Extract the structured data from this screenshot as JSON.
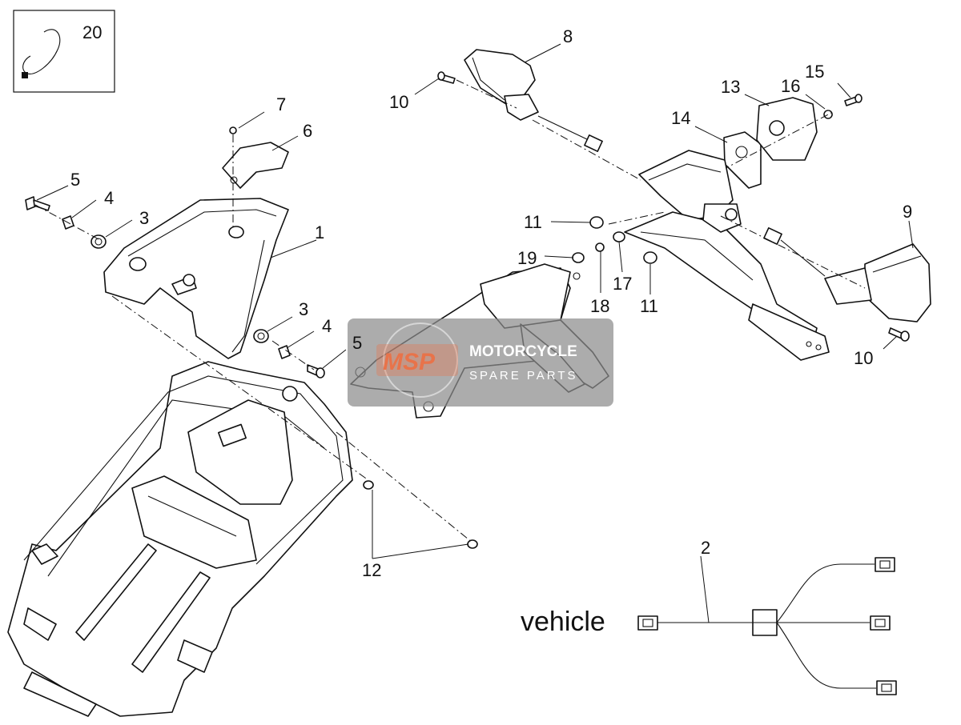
{
  "callouts": {
    "c1": "1",
    "c2": "2",
    "c3a": "3",
    "c3b": "3",
    "c4a": "4",
    "c4b": "4",
    "c5a": "5",
    "c5b": "5",
    "c6": "6",
    "c7": "7",
    "c8": "8",
    "c9": "9",
    "c10a": "10",
    "c10b": "10",
    "c11a": "11",
    "c11b": "11",
    "c12": "12",
    "c13": "13",
    "c14": "14",
    "c15": "15",
    "c16": "16",
    "c17": "17",
    "c18": "18",
    "c19": "19",
    "c20": "20"
  },
  "wiring": {
    "vehicle_label": "vehicle"
  },
  "watermark": {
    "logo": "MSP",
    "line1": "MOTORCYCLE",
    "line2": "SPARE PARTS",
    "color": "#e8734a"
  },
  "colors": {
    "line": "#111111",
    "background": "#ffffff",
    "watermark_box": "#8c8c8c"
  }
}
